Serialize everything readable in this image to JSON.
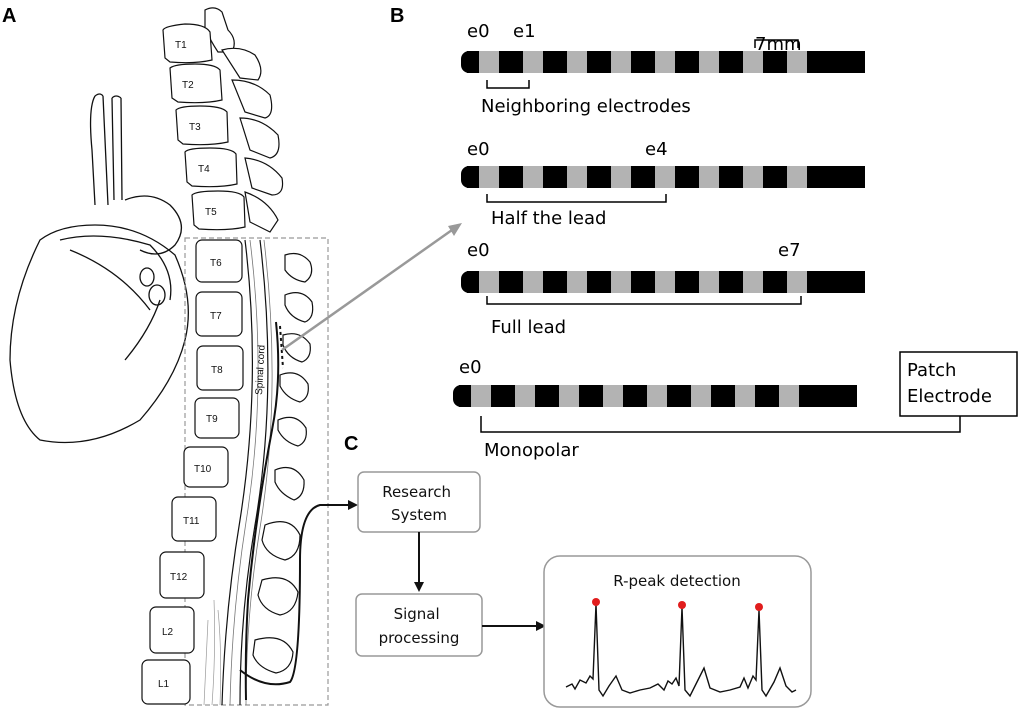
{
  "panels": {
    "a": "A",
    "b": "B",
    "c": "C"
  },
  "vertebrae": [
    "T1",
    "T2",
    "T3",
    "T4",
    "T5",
    "T6",
    "T7",
    "T8",
    "T9",
    "T10",
    "T11",
    "T12",
    "L2",
    "L1"
  ],
  "spinal_cord_label": "Spinal cord",
  "spacing_label": "7mm",
  "leads": [
    {
      "start_label": "e0",
      "end_label": "e1",
      "caption": "Neighboring electrodes"
    },
    {
      "start_label": "e0",
      "end_label": "e4",
      "caption": "Half the lead"
    },
    {
      "start_label": "e0",
      "end_label": "e7",
      "caption": "Full lead"
    },
    {
      "start_label": "e0",
      "end_label": "",
      "caption": "Monopolar"
    }
  ],
  "patch_electrode": "Patch\nElectrode",
  "research_system": "Research\nSystem",
  "signal_processing": "Signal\nprocessing",
  "rpeak_title": "R-peak detection",
  "colors": {
    "electrode_dark": "#000000",
    "electrode_light": "#b3b3b3",
    "rpeak_marker": "#e11d1d",
    "box_border": "#999999"
  }
}
